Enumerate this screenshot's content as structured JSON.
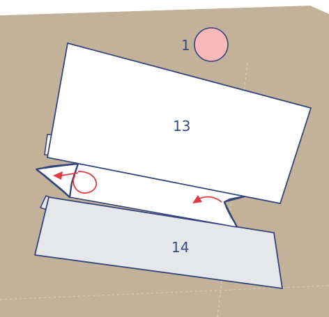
{
  "step": {
    "number": "1",
    "marker_color": "#f7b8b8"
  },
  "pieces": {
    "upper_label": "13",
    "lower_label": "14"
  },
  "colors": {
    "board": "#c2b29a",
    "paper_white": "#ffffff",
    "paper_gray": "#e6e7ea",
    "outline": "#34447a",
    "arrow": "#e0393e"
  }
}
